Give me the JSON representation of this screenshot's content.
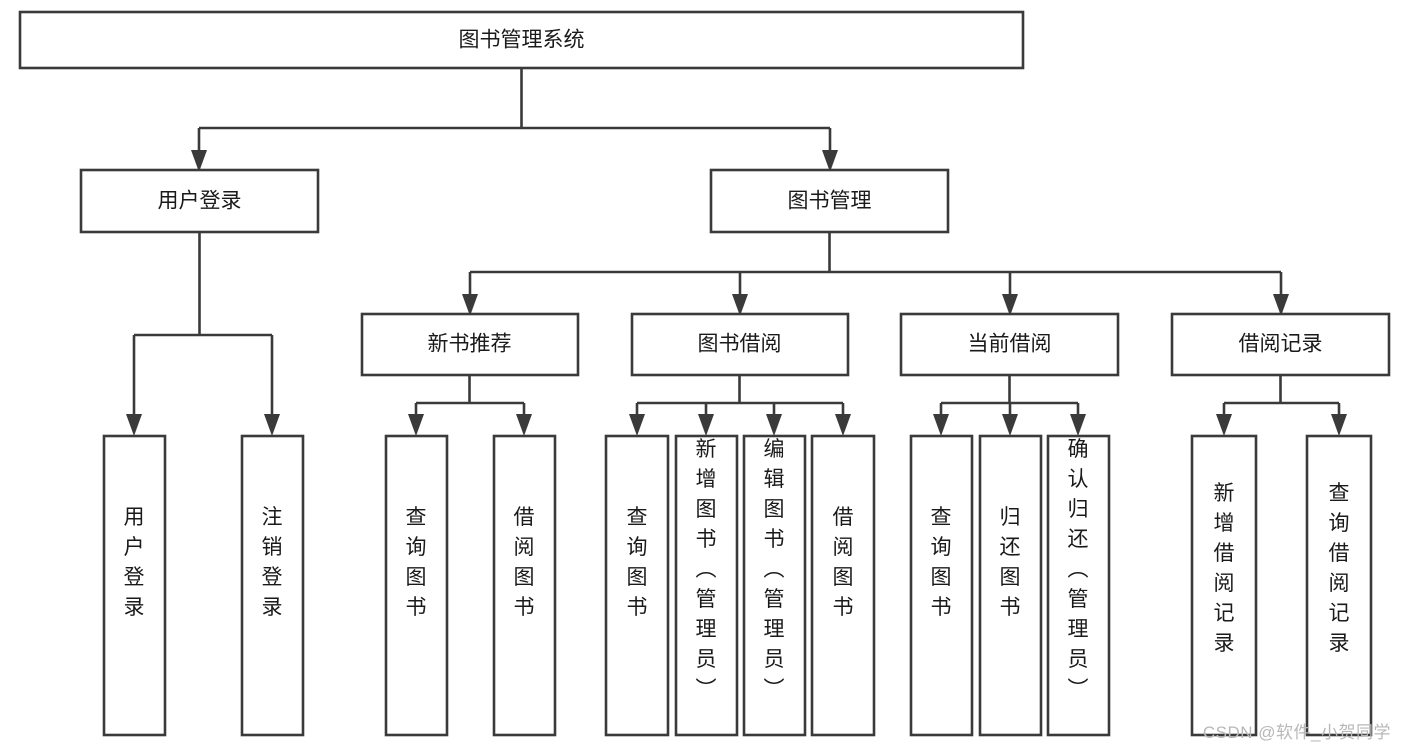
{
  "diagram": {
    "type": "hierarchy-tree",
    "title": "图书管理系统",
    "watermark": "CSDN @软件_小贺同学",
    "colors": {
      "stroke": "#3a3a3a",
      "fill": "#ffffff",
      "text": "#1a1a1a",
      "watermark": "#b8b8b8"
    },
    "root": {
      "label": "图书管理系统",
      "children": [
        {
          "label": "用户登录",
          "children": [
            {
              "label": "用户登录"
            },
            {
              "label": "注销登录"
            }
          ]
        },
        {
          "label": "图书管理",
          "children": [
            {
              "label": "新书推荐",
              "children": [
                {
                  "label": "查询图书"
                },
                {
                  "label": "借阅图书"
                }
              ]
            },
            {
              "label": "图书借阅",
              "children": [
                {
                  "label": "查询图书"
                },
                {
                  "label": "新增图书（管理员）"
                },
                {
                  "label": "编辑图书（管理员）"
                },
                {
                  "label": "借阅图书"
                }
              ]
            },
            {
              "label": "当前借阅",
              "children": [
                {
                  "label": "查询图书"
                },
                {
                  "label": "归还图书"
                },
                {
                  "label": "确认归还（管理员）"
                }
              ]
            },
            {
              "label": "借阅记录",
              "children": [
                {
                  "label": "新增借阅记录"
                },
                {
                  "label": "查询借阅记录"
                }
              ]
            }
          ]
        }
      ]
    },
    "nodes": {
      "root_title": "图书管理系统",
      "l1_user_login": "用户登录",
      "l1_book_manage": "图书管理",
      "l2_new_book": "新书推荐",
      "l2_borrow": "图书借阅",
      "l2_current": "当前借阅",
      "l2_record": "借阅记录",
      "leaf_user_login": "用户登录",
      "leaf_logout": "注销登录",
      "leaf_nb_query": "查询图书",
      "leaf_nb_borrow": "借阅图书",
      "leaf_bw_query": "查询图书",
      "leaf_bw_add": "新增图书（管理员）",
      "leaf_bw_edit": "编辑图书（管理员）",
      "leaf_bw_borrow": "借阅图书",
      "leaf_cu_query": "查询图书",
      "leaf_cu_return": "归还图书",
      "leaf_cu_confirm": "确认归还（管理员）",
      "leaf_rc_add": "新增借阅记录",
      "leaf_rc_query": "查询借阅记录"
    }
  }
}
